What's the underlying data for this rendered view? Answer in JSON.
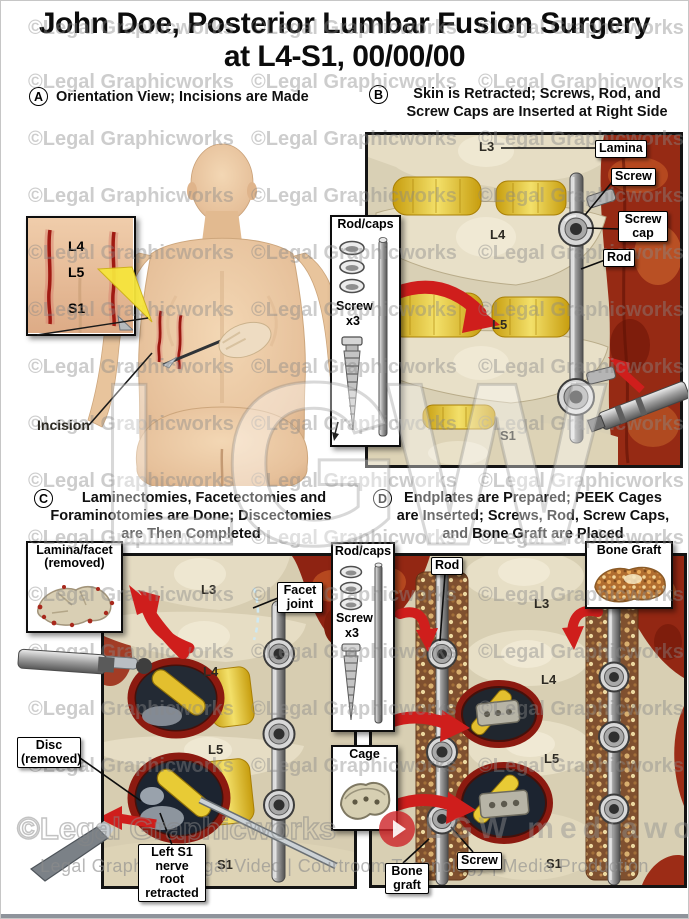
{
  "page": {
    "title_lines": [
      "John Doe, Posterior Lumbar Fusion Surgery",
      "at L4-S1, 00/00/00"
    ]
  },
  "watermarks": {
    "copyright": "©Legal Graphicworks",
    "big": "LGW",
    "services": "Legal Graphics | Legal Video | Courtroom Technology | Media Production",
    "media": "LGW mediaworks"
  },
  "panels": {
    "a": {
      "letter": "A",
      "title": "Orientation View; Incisions are Made",
      "inset_levels": {
        "l4": "L4",
        "l5": "L5",
        "s1": "S1"
      },
      "incision": "Incision"
    },
    "b": {
      "letter": "B",
      "title_lines": [
        "Skin is Retracted; Screws, Rod, and",
        "Screw Caps are Inserted at Right Side"
      ],
      "inset": {
        "title": "Rod/caps",
        "screw": "Screw",
        "qty": "x3"
      },
      "levels": {
        "l3": "L3",
        "l4": "L4",
        "l5": "L5",
        "s1": "S1"
      },
      "boxes": {
        "lamina": "Lamina",
        "screw": "Screw",
        "screw_cap": "Screw cap",
        "rod": "Rod"
      }
    },
    "c": {
      "letter": "C",
      "title_lines": [
        "Laminectomies, Facetectomies and",
        "Foraminotomies are Done; Discectomies",
        "are Then Completed"
      ],
      "inset_title": "Lamina/facet (removed)",
      "levels": {
        "l3": "L3",
        "l4": "L4",
        "l5": "L5",
        "s1": "S1"
      },
      "boxes": {
        "facet": "Facet joint",
        "disc": "Disc (removed)",
        "nerve": "Left S1 nerve root retracted"
      }
    },
    "d": {
      "letter": "D",
      "title_lines": [
        "Endplates are Prepared; PEEK Cages",
        "are Inserted; Screws, Rod, Screw Caps,",
        "and Bone Graft are Placed"
      ],
      "inset": {
        "title": "Rod/caps",
        "screw": "Screw",
        "qty": "x3"
      },
      "cage_title": "Cage",
      "bonegraft_title": "Bone Graft",
      "levels": {
        "l3": "L3",
        "l4": "L4",
        "l5": "L5",
        "s1": "S1"
      },
      "boxes": {
        "rod": "Rod",
        "screw": "Screw",
        "bone_graft": "Bone graft"
      }
    }
  }
}
